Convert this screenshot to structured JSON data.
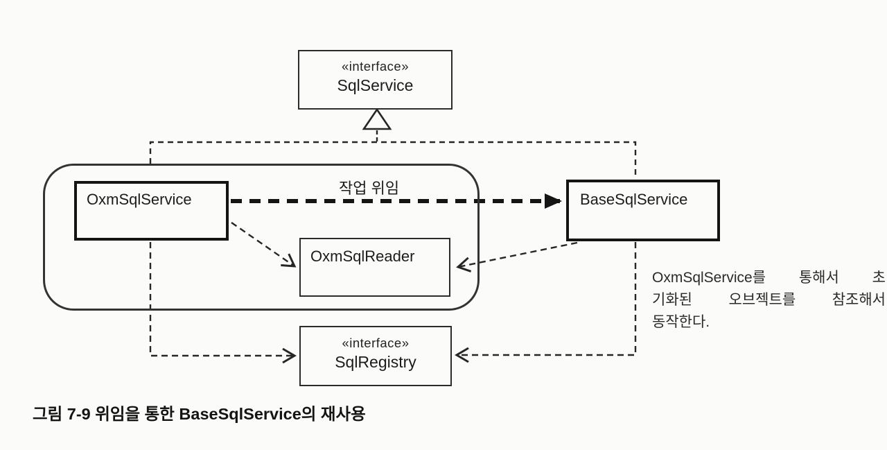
{
  "diagram": {
    "title_caption": "그림 7-9 위임을 통한 BaseSqlService의 재사용",
    "nodes": {
      "sql_service": {
        "stereotype": "«interface»",
        "name": "SqlService"
      },
      "oxm_sql_service": {
        "name": "OxmSqlService"
      },
      "oxm_sql_reader": {
        "name": "OxmSqlReader"
      },
      "base_sql_service": {
        "name": "BaseSqlService"
      },
      "sql_registry": {
        "stereotype": "«interface»",
        "name": "SqlRegistry"
      }
    },
    "labels": {
      "delegation": "작업 위임"
    },
    "annotation": {
      "line1": "OxmSqlService를 통해서 초",
      "line2": "기화된 오브젝트를 참조해서",
      "line3": "동작한다."
    },
    "edges": [
      {
        "from": "OxmSqlService",
        "to": "SqlService",
        "type": "realization"
      },
      {
        "from": "BaseSqlService",
        "to": "SqlService",
        "type": "realization"
      },
      {
        "from": "OxmSqlService",
        "to": "BaseSqlService",
        "type": "delegation",
        "label": "작업 위임"
      },
      {
        "from": "OxmSqlService",
        "to": "OxmSqlReader",
        "type": "dependency"
      },
      {
        "from": "BaseSqlService",
        "to": "OxmSqlReader",
        "type": "dependency"
      },
      {
        "from": "OxmSqlService",
        "to": "SqlRegistry",
        "type": "dependency"
      },
      {
        "from": "BaseSqlService",
        "to": "SqlRegistry",
        "type": "dependency"
      }
    ],
    "colors": {
      "ink": "#222222",
      "background": "#fbfbf9"
    }
  }
}
